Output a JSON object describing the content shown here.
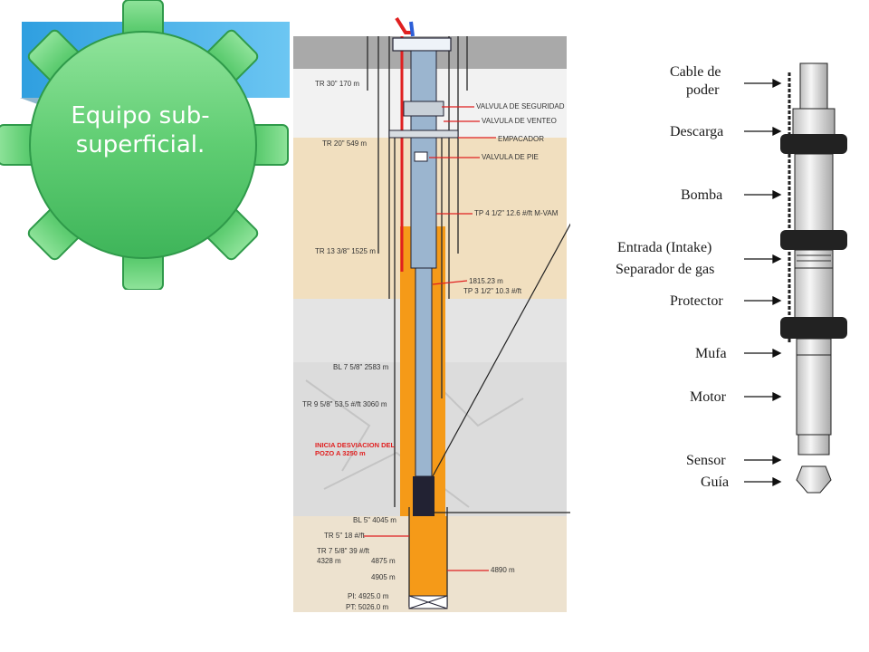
{
  "slide": {
    "title": "Equipo sub-superficial."
  },
  "well": {
    "casing_labels": [
      "TR 30\" 170 m",
      "TR 20\" 549 m",
      "TR  13 3/8\" 1525 m",
      "BL 7 5/8\" 2583 m",
      "TR 9 5/8\" 53.5 #/ft 3060 m",
      "BL 5\" 4045 m",
      "TR 5\" 18 #/ft",
      "TR 7 5/8\" 39 #/ft",
      "4328 m"
    ],
    "component_labels": [
      "VALVULA DE SEGURIDAD",
      "VALVULA DE VENTEO",
      "EMPACADOR",
      "VALVULA DE PIE"
    ],
    "tubing_labels": [
      "TP 4 1/2\" 12.6 #/ft M-VAM",
      "1815.23 m",
      "TP 3 1/2\" 10.3 #/ft"
    ],
    "deviation_labels": [
      "INICIA DESVIACION DEL",
      "POZO A 3250 m"
    ],
    "bottom_labels": [
      "4875 m",
      "4905 m",
      "4890 m",
      "PI: 4925.0 m",
      "PT: 5026.0 m"
    ]
  },
  "pump_parts": [
    "Cable de",
    "poder",
    "Descarga",
    "Bomba",
    "Entrada (Intake)",
    "Separador de gas",
    "Protector",
    "Mufa",
    "Motor",
    "Sensor",
    "Guía"
  ],
  "colors": {
    "gear": "#52c46a",
    "banner": "#3aa9e0",
    "cement": "#f59a18",
    "casing_red": "#e02020"
  }
}
